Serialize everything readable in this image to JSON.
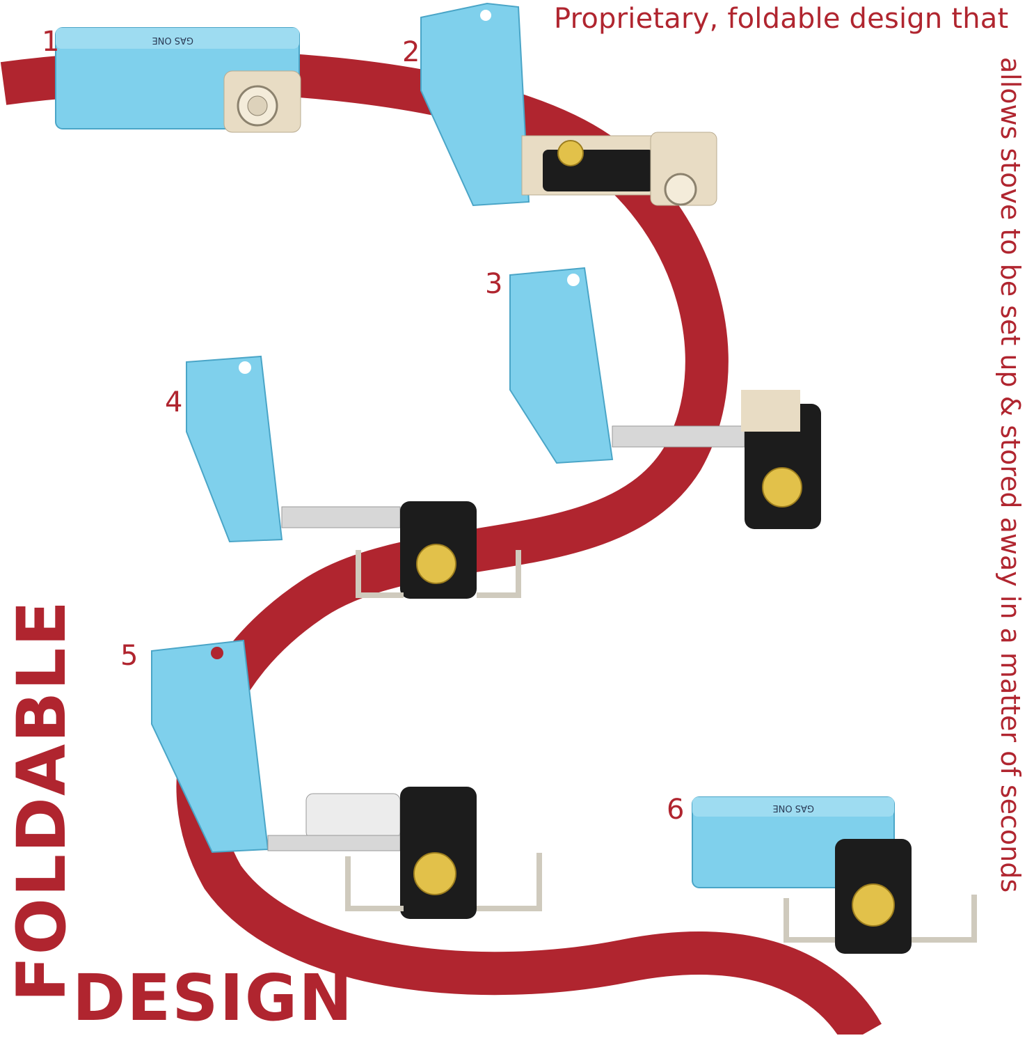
{
  "headline": "Proprietary, foldable design that",
  "vertical_text": "allows stove to be set up & stored away in a matter of seconds",
  "title_line1": "FOLDABLE",
  "title_line2": "DESIGN",
  "steps": [
    "1",
    "2",
    "3",
    "4",
    "5",
    "6"
  ],
  "brand": "GAS ONE",
  "colors": {
    "accent": "#b0252f",
    "stove_blue": "#7fd0ec",
    "knob": "#e8dcc4"
  }
}
